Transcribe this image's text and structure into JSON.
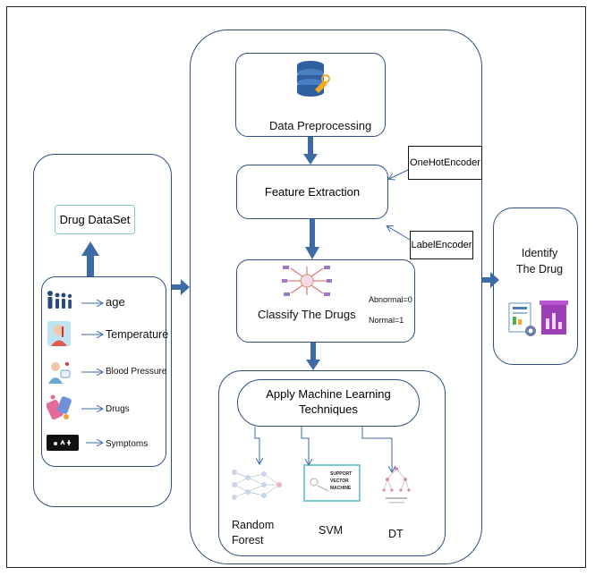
{
  "dataset": {
    "title": "Drug DataSet",
    "features": [
      {
        "label": "age",
        "icon": "people-icon"
      },
      {
        "label": "Temperature",
        "icon": "thermometer-person-icon"
      },
      {
        "label": "Blood Pressure",
        "icon": "blood-pressure-icon"
      },
      {
        "label": "Drugs",
        "icon": "pills-icon"
      },
      {
        "label": "Symptoms",
        "icon": "symptoms-monitor-icon"
      }
    ]
  },
  "pipeline": {
    "preprocessing": "Data Preprocessing",
    "feature_extraction": "Feature Extraction",
    "classify": "Classify The Drugs",
    "ml_title_line1": "Apply Machine Learning",
    "ml_title_line2": "Techniques",
    "abnormal": "Abnormal=0",
    "normal": "Normal=1"
  },
  "encoders": {
    "onehot": "OneHotEncoder",
    "label": "LabelEncoder"
  },
  "models": [
    {
      "label_line1": "Random",
      "label_line2": "Forest"
    },
    {
      "label_line1": "SVM",
      "label_line2": ""
    },
    {
      "label_line1": "DT",
      "label_line2": ""
    }
  ],
  "svm_image_text": [
    "SUPPORT",
    "VECTOR",
    "MACHINE"
  ],
  "output": {
    "line1": "Identify",
    "line2": "The Drug"
  },
  "colors": {
    "border": "#2f4f7f",
    "arrow": "#3d6ba5",
    "dataset_border": "#7ecbd6"
  }
}
